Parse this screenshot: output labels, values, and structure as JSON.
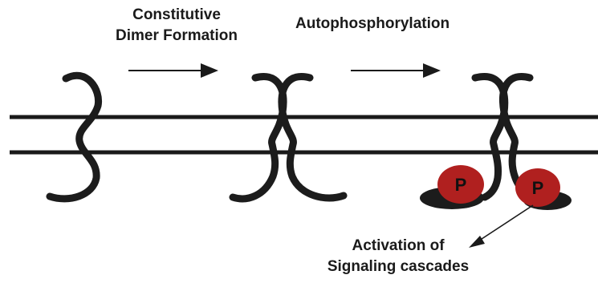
{
  "labels": {
    "step1_line1": "Constitutive",
    "step1_line2": "Dimer Formation",
    "step2": "Autophosphorylation",
    "outcome_line1": "Activation of",
    "outcome_line2": "Signaling cascades"
  },
  "phospho_tags": [
    "P",
    "P"
  ],
  "colors": {
    "receptor": "#1c1c1c",
    "membrane": "#1a1a1a",
    "phosphate": "#b0201f",
    "phosphate_text": "#111111"
  }
}
